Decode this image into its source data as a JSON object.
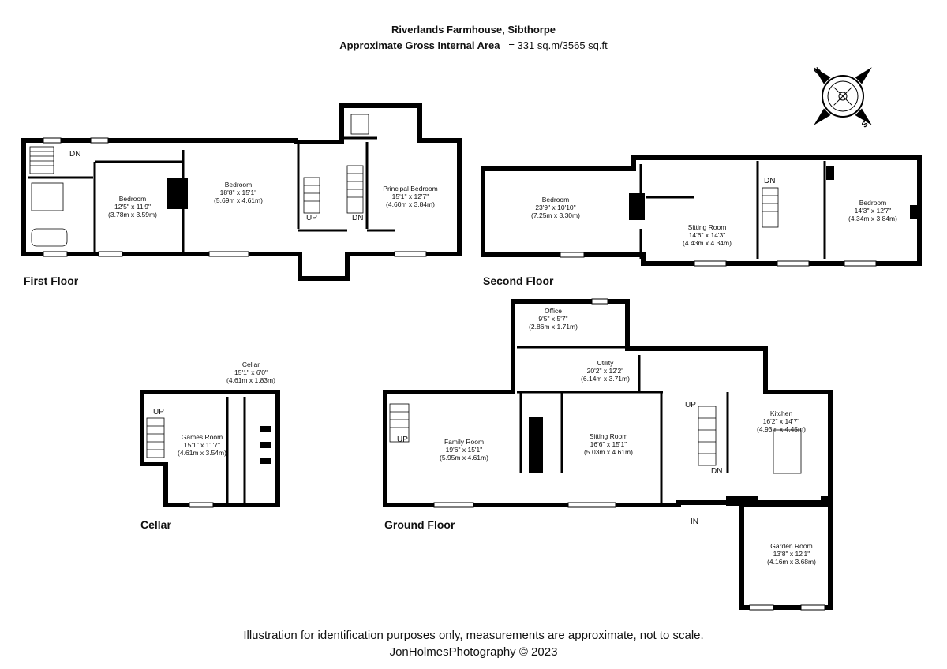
{
  "header": {
    "property": "Riverlands Farmhouse, Sibthorpe",
    "area_label": "Approximate Gross Internal Area",
    "area_value": "= 331 sq.m/3565 sq.ft"
  },
  "compass": {
    "n": "N",
    "s": "S"
  },
  "floors": {
    "first": "First Floor",
    "second": "Second Floor",
    "ground": "Ground Floor",
    "cellar": "Cellar"
  },
  "rooms": {
    "ff_bedroom_1": {
      "name": "Bedroom",
      "imperial": "12'5\" x 11'9\"",
      "metric": "(3.78m x 3.59m)"
    },
    "ff_bedroom_2": {
      "name": "Bedroom",
      "imperial": "18'8\" x 15'1\"",
      "metric": "(5.69m x 4.61m)"
    },
    "ff_principal": {
      "name": "Principal Bedroom",
      "imperial": "15'1\" x 12'7\"",
      "metric": "(4.60m x 3.84m)"
    },
    "sf_bedroom_1": {
      "name": "Bedroom",
      "imperial": "23'9\" x 10'10\"",
      "metric": "(7.25m x 3.30m)"
    },
    "sf_sitting": {
      "name": "Sitting Room",
      "imperial": "14'6\" x 14'3\"",
      "metric": "(4.43m x 4.34m)"
    },
    "sf_bedroom_2": {
      "name": "Bedroom",
      "imperial": "14'3\" x 12'7\"",
      "metric": "(4.34m x 3.84m)"
    },
    "office": {
      "name": "Office",
      "imperial": "9'5\" x 5'7\"",
      "metric": "(2.86m x 1.71m)"
    },
    "utility": {
      "name": "Utility",
      "imperial": "20'2\" x 12'2\"",
      "metric": "(6.14m x 3.71m)"
    },
    "family": {
      "name": "Family Room",
      "imperial": "19'6\" x 15'1\"",
      "metric": "(5.95m x 4.61m)"
    },
    "gf_sitting": {
      "name": "Sitting Room",
      "imperial": "16'6\" x 15'1\"",
      "metric": "(5.03m x 4.61m)"
    },
    "kitchen": {
      "name": "Kitchen",
      "imperial": "16'2\" x 14'7\"",
      "metric": "(4.93m x 4.45m)"
    },
    "garden": {
      "name": "Garden Room",
      "imperial": "13'8\" x 12'1\"",
      "metric": "(4.16m x 3.68m)"
    },
    "cellar": {
      "name": "Cellar",
      "imperial": "15'1\" x 6'0\"",
      "metric": "(4.61m x 1.83m)"
    },
    "games": {
      "name": "Games Room",
      "imperial": "15'1\" x 11'7\"",
      "metric": "(4.61m x 3.54m)"
    }
  },
  "marks": {
    "up": "UP",
    "dn": "DN",
    "in": "IN"
  },
  "footer": {
    "disclaimer": "Illustration for identification purposes only, measurements are approximate, not to scale.",
    "credit": "JonHolmesPhotography © 2023"
  }
}
